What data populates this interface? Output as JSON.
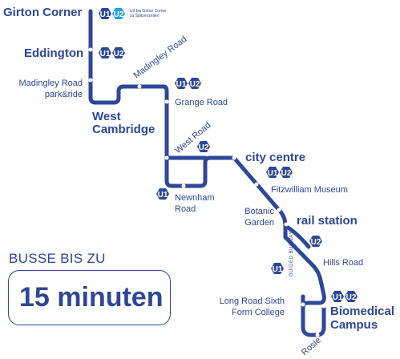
{
  "colors": {
    "route": "#2e4799",
    "u2_light": "#1aa3dd",
    "background": "#ffffff"
  },
  "lines": {
    "u1": "U1",
    "u2": "U2"
  },
  "stops": {
    "girton_corner": "Girton Corner",
    "girton_note_1": "U2 bis Girton Corner",
    "girton_note_2": "zu Spitzenzeiten",
    "eddington": "Eddington",
    "madingley_road": "Madingley Road",
    "madingley_park_1": "Madingley Road",
    "madingley_park_2": "park&ride",
    "grange_road": "Grange Road",
    "west_cambridge_1": "West",
    "west_cambridge_2": "Cambridge",
    "west_road": "West Road",
    "city_centre": "city centre",
    "fitzwilliam": "Fitzwilliam Museum",
    "newnham_1": "Newnham",
    "newnham_2": "Road",
    "botanic_1": "Botanic",
    "botanic_2": "Garden",
    "rail_station": "rail station",
    "guided_busway": "GUIDED BUSWAY",
    "hills_road": "Hills Road",
    "long_road_1": "Long Road Sixth",
    "long_road_2": "Form College",
    "biomedical_1": "Biomedical",
    "biomedical_2": "Campus",
    "rosie": "Rosie"
  },
  "promo": {
    "heading": "BUSSE BIS ZU",
    "time": "15 minuten"
  }
}
